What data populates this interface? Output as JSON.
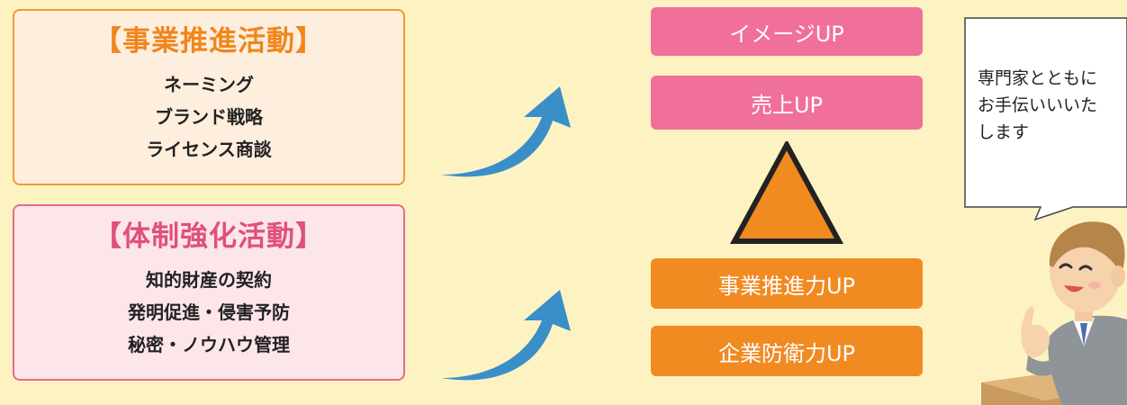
{
  "panels": {
    "business": {
      "title": "【事業推進活動】",
      "items": [
        "ネーミング",
        "ブランド戦略",
        "ライセンス商談"
      ]
    },
    "org": {
      "title": "【体制強化活動】",
      "items": [
        "知的財産の契約",
        "発明促進・侵害予防",
        "秘密・ノウハウ管理"
      ]
    }
  },
  "outcomes": {
    "image_up": "イメージUP",
    "sales_up": "売上UP",
    "business_power_up": "事業推進力UP",
    "defense_power_up": "企業防衛力UP"
  },
  "speech": {
    "lines": [
      "専門家とともに",
      "お手伝いいいた",
      "します"
    ]
  },
  "colors": {
    "background": "#fdf3c2",
    "orange": "#f28a22",
    "pink": "#f0709a",
    "arrow_blue": "#3a8fc8"
  }
}
